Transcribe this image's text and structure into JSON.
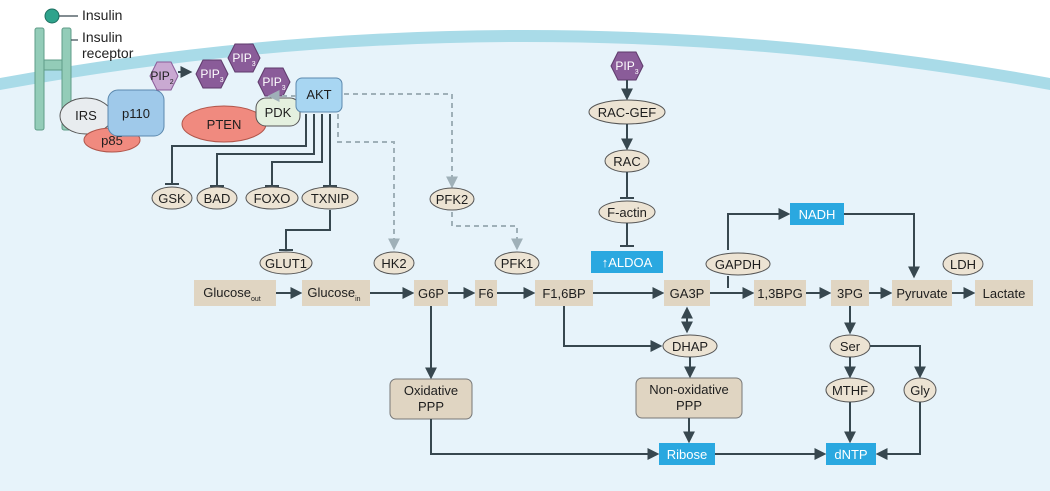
{
  "legend": {
    "insulin": "Insulin",
    "receptor_line1": "Insulin",
    "receptor_line2": "receptor"
  },
  "signaling": {
    "irs": "IRS",
    "p110": "p110",
    "p85": "p85",
    "pten": "PTEN",
    "pdk": "PDK",
    "akt": "AKT",
    "pip": "PIP",
    "pip_sub2": "2",
    "pip_sub3": "3",
    "gsk": "GSK",
    "bad": "BAD",
    "foxo": "FOXO",
    "txnip": "TXNIP",
    "glut1": "GLUT1"
  },
  "rac_path": {
    "rac_gef": "RAC-GEF",
    "rac": "RAC",
    "f_actin": "F-actin",
    "aldoa": "↑ALDOA"
  },
  "enzymes": {
    "hk2": "HK2",
    "pfk2": "PFK2",
    "pfk1": "PFK1",
    "gapdh": "GAPDH",
    "ldh": "LDH"
  },
  "metabolites": {
    "glucose": "Glucose",
    "sub_out": "out",
    "sub_in": "in",
    "g6p": "G6P",
    "f6": "F6",
    "f16bp": "F1,6BP",
    "ga3p": "GA3P",
    "bpg": "1,3BPG",
    "pg3": "3PG",
    "pyruvate": "Pyruvate",
    "lactate": "Lactate",
    "nadh": "NADH",
    "dhap": "DHAP",
    "ser": "Ser",
    "mthf": "MTHF",
    "gly": "Gly",
    "ox_ppp_1": "Oxidative",
    "ox_ppp_2": "PPP",
    "nonox_ppp_1": "Non-oxidative",
    "nonox_ppp_2": "PPP",
    "ribose": "Ribose",
    "dntp": "dNTP"
  },
  "colors": {
    "membrane": "#a9dbe8",
    "cytoplasm": "#e7f3fa",
    "receptor": "#93ccb8",
    "metabolite_box": "#e0d5c2",
    "enzyme_oval": "#ece3d3",
    "highlight_box": "#2aa8e0",
    "pip_hexagon": "#8a5c99",
    "pip2_hexagon": "#c9a9d2",
    "akt": "#a8d6f2",
    "pten": "#f08a7f",
    "p85": "#f08a7f"
  }
}
